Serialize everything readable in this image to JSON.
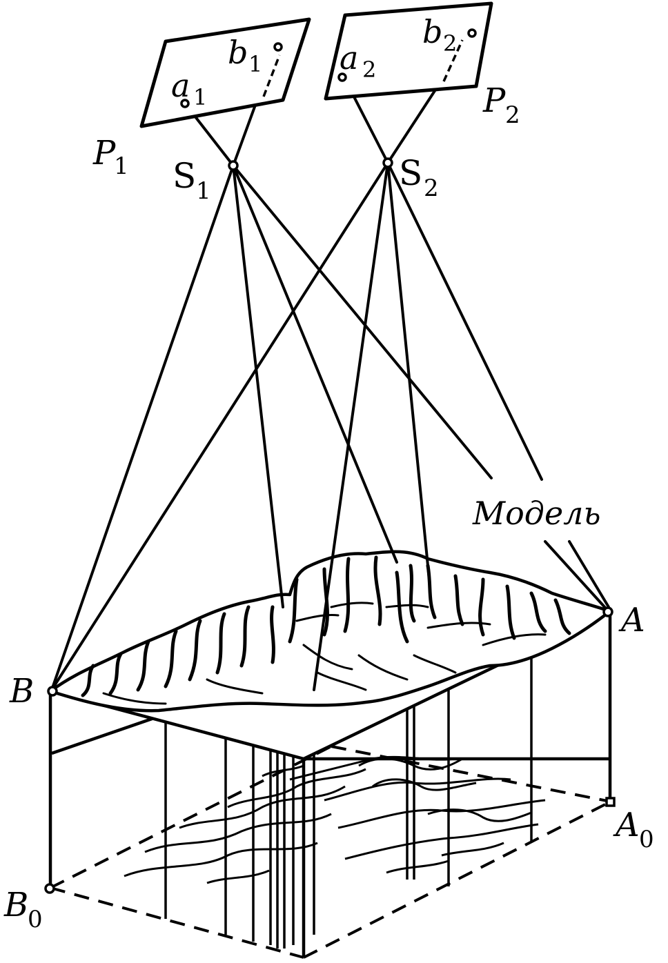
{
  "labels": {
    "a1": "a",
    "a1_sub": "1",
    "b1": "b",
    "b1_sub": "1",
    "a2": "a",
    "a2_sub": "2",
    "b2": "b",
    "b2_sub": "2",
    "P1": "P",
    "P1_sub": "1",
    "P2": "P",
    "P2_sub": "2",
    "S1": "S",
    "S1_sub": "1",
    "S2": "S",
    "S2_sub": "2",
    "model": "Модель",
    "A": "A",
    "A0": "A",
    "A0_sub": "0",
    "B": "B",
    "B0": "B",
    "B0_sub": "0"
  }
}
